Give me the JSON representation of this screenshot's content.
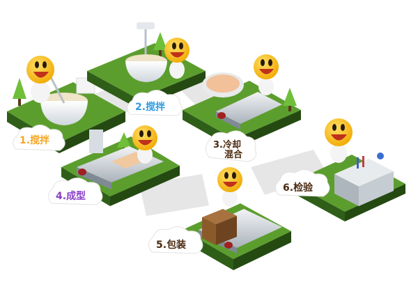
{
  "steps": [
    {
      "num": "1.",
      "label": "搅拌",
      "color": "#f5a623"
    },
    {
      "num": "2.",
      "label": "搅拌",
      "color": "#2f9be0"
    },
    {
      "num": "3.",
      "label": "冷却",
      "label2": "混合",
      "color": "#4a2a10"
    },
    {
      "num": "4.",
      "label": "成型",
      "color": "#8a3fc8"
    },
    {
      "num": "5.",
      "label": "包装",
      "color": "#4a2a10"
    },
    {
      "num": "6.",
      "label": "检验",
      "color": "#4a2a10"
    }
  ],
  "colors": {
    "grass_top": "#5c9e2e",
    "grass_side": "#2f5e18",
    "grass_dark": "#244a12",
    "path": "#e3e3e3",
    "mascot": "#f5b800",
    "machine": "#c8cfd6",
    "box": "#8b5a2b"
  },
  "icons": [
    "mascot-icon",
    "tree-icon",
    "mixing-bowl-icon",
    "conveyor-icon",
    "cardboard-box-icon",
    "lab-equipment-icon",
    "cloud-label-icon"
  ]
}
